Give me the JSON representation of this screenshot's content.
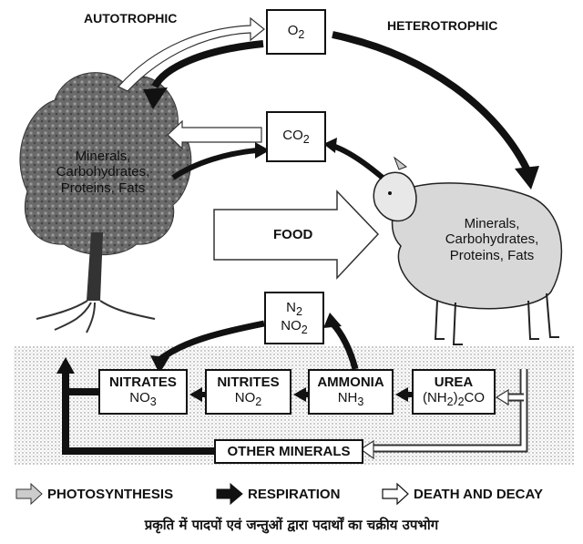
{
  "headers": {
    "left": "AUTOTROPHIC",
    "right": "HETEROTROPHIC"
  },
  "gases": {
    "o2": {
      "base": "O",
      "sub": "2"
    },
    "co2": {
      "base": "CO",
      "sub": "2"
    },
    "n2": {
      "base": "N",
      "sub": "2"
    },
    "no2": {
      "base": "NO",
      "sub": "2"
    }
  },
  "tree": {
    "lines": [
      "Minerals,",
      "Carbohydrates,",
      "Proteins, Fats"
    ]
  },
  "sheep": {
    "lines": [
      "Minerals,",
      "Carbohydrates,",
      "Proteins, Fats"
    ]
  },
  "food": "FOOD",
  "nitrates": {
    "title": "NITRATES",
    "formula_base": "NO",
    "formula_sub": "3"
  },
  "nitrites": {
    "title": "NITRITES",
    "formula_base": "NO",
    "formula_sub": "2"
  },
  "ammonia": {
    "title": "AMMONIA",
    "formula_base": "NH",
    "formula_sub": "3"
  },
  "urea": {
    "title": "UREA",
    "formula_pre": "(NH",
    "formula_sub1": "2",
    "formula_mid": ")",
    "formula_sub2": "2",
    "formula_post": "CO"
  },
  "other_minerals": "OTHER MINERALS",
  "legend": {
    "photosynthesis": "PHOTOSYNTHESIS",
    "respiration": "RESPIRATION",
    "decay": "DEATH AND DECAY"
  },
  "caption": "प्रकृति में पादपों एवं जन्तुओं द्वारा पदार्थों का चक्रीय उपभोग"
}
